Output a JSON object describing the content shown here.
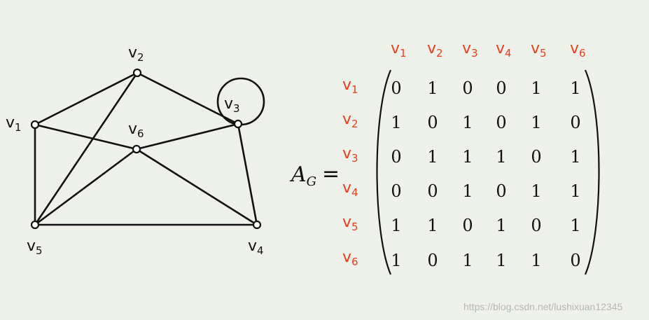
{
  "graph": {
    "vertices": [
      {
        "id": "v1",
        "base": "v",
        "sub": "1"
      },
      {
        "id": "v2",
        "base": "v",
        "sub": "2"
      },
      {
        "id": "v3",
        "base": "v",
        "sub": "3"
      },
      {
        "id": "v4",
        "base": "v",
        "sub": "4"
      },
      {
        "id": "v5",
        "base": "v",
        "sub": "5"
      },
      {
        "id": "v6",
        "base": "v",
        "sub": "6"
      }
    ],
    "edges": [
      [
        "v1",
        "v2"
      ],
      [
        "v1",
        "v6"
      ],
      [
        "v1",
        "v5"
      ],
      [
        "v2",
        "v3"
      ],
      [
        "v2",
        "v5"
      ],
      [
        "v3",
        "v3"
      ],
      [
        "v3",
        "v6"
      ],
      [
        "v3",
        "v4"
      ],
      [
        "v4",
        "v5"
      ],
      [
        "v4",
        "v6"
      ],
      [
        "v5",
        "v6"
      ]
    ]
  },
  "matrix": {
    "name_base": "A",
    "name_sub": "G",
    "equals": "=",
    "col_headers": [
      {
        "base": "v",
        "sub": "1"
      },
      {
        "base": "v",
        "sub": "2"
      },
      {
        "base": "v",
        "sub": "3"
      },
      {
        "base": "v",
        "sub": "4"
      },
      {
        "base": "v",
        "sub": "5"
      },
      {
        "base": "v",
        "sub": "6"
      }
    ],
    "row_headers": [
      {
        "base": "v",
        "sub": "1"
      },
      {
        "base": "v",
        "sub": "2"
      },
      {
        "base": "v",
        "sub": "3"
      },
      {
        "base": "v",
        "sub": "4"
      },
      {
        "base": "v",
        "sub": "5"
      },
      {
        "base": "v",
        "sub": "6"
      }
    ],
    "rows": [
      [
        "0",
        "1",
        "0",
        "0",
        "1",
        "1"
      ],
      [
        "1",
        "0",
        "1",
        "0",
        "1",
        "0"
      ],
      [
        "0",
        "1",
        "1",
        "1",
        "0",
        "1"
      ],
      [
        "0",
        "0",
        "1",
        "0",
        "1",
        "1"
      ],
      [
        "1",
        "1",
        "0",
        "1",
        "0",
        "1"
      ],
      [
        "1",
        "0",
        "1",
        "1",
        "1",
        "0"
      ]
    ]
  },
  "watermark": "https://blog.csdn.net/lushixuan12345",
  "colors": {
    "header": "#e8401c",
    "ink": "#111111",
    "background": "#eef0ea"
  }
}
